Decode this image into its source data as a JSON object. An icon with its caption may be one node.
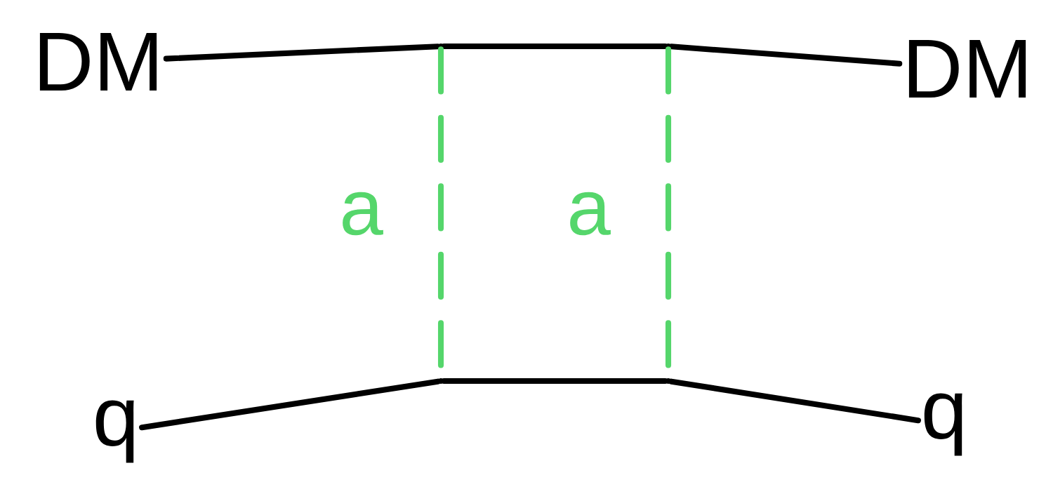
{
  "diagram": {
    "nodes": [
      {
        "text": [
          "DM"
        ]
      },
      {
        "text": [
          "DM"
        ]
      },
      {
        "text": [
          "q"
        ]
      },
      {
        "text": [
          "q"
        ]
      },
      {
        "text": [],
        "shape": "point"
      },
      {
        "text": [],
        "shape": "point"
      },
      {
        "text": [],
        "shape": "point"
      },
      {
        "text": [],
        "shape": "point"
      }
    ],
    "edges": [
      {
        "from": 0,
        "to": 4,
        "arrow": "none"
      },
      {
        "from": 4,
        "to": 5,
        "arrow": "none"
      },
      {
        "from": 5,
        "to": 1,
        "arrow": "none"
      },
      {
        "from": 2,
        "to": 6,
        "arrow": "none"
      },
      {
        "from": 6,
        "to": 7,
        "arrow": "none"
      },
      {
        "from": 7,
        "to": 3,
        "arrow": "none"
      },
      {
        "from": 4,
        "to": 6,
        "arrow": "none",
        "label": "a",
        "style": "dashed",
        "color": "#55d66b"
      },
      {
        "from": 5,
        "to": 7,
        "arrow": "none",
        "label": "a",
        "style": "dashed",
        "color": "#55d66b"
      }
    ]
  }
}
